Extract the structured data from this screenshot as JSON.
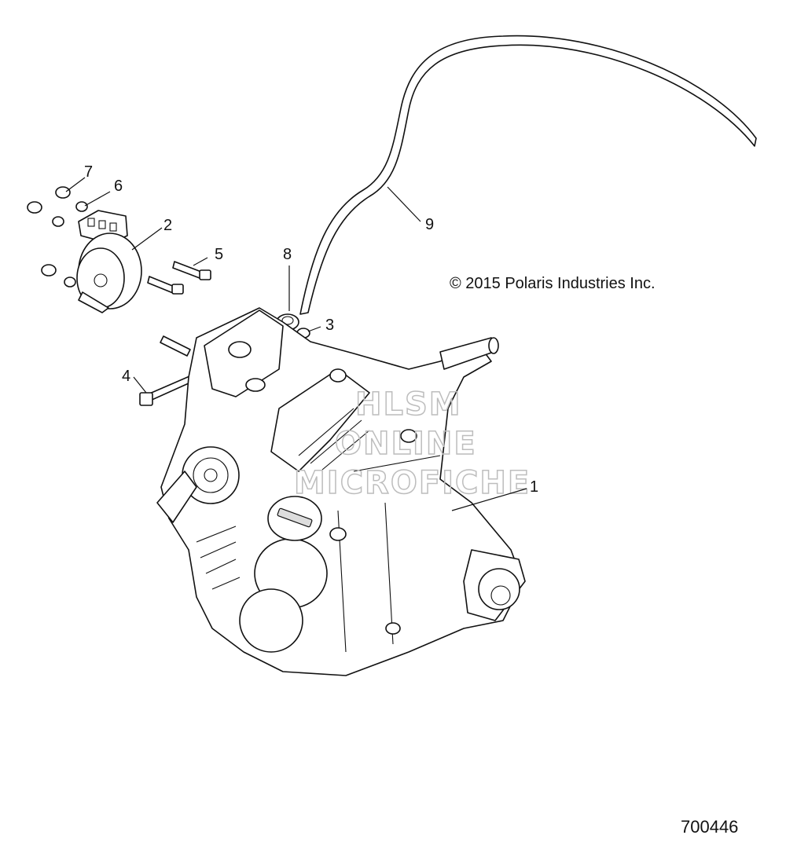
{
  "diagram": {
    "copyright": "© 2015 Polaris Industries Inc.",
    "document_number": "700446",
    "watermark": [
      "HLSM",
      "ONLINE",
      "MICROFICHE"
    ],
    "callouts": [
      {
        "id": "1",
        "label": "1"
      },
      {
        "id": "2",
        "label": "2"
      },
      {
        "id": "3",
        "label": "3"
      },
      {
        "id": "4",
        "label": "4"
      },
      {
        "id": "5",
        "label": "5"
      },
      {
        "id": "6",
        "label": "6"
      },
      {
        "id": "7",
        "label": "7"
      },
      {
        "id": "8",
        "label": "8"
      },
      {
        "id": "9",
        "label": "9"
      }
    ]
  }
}
